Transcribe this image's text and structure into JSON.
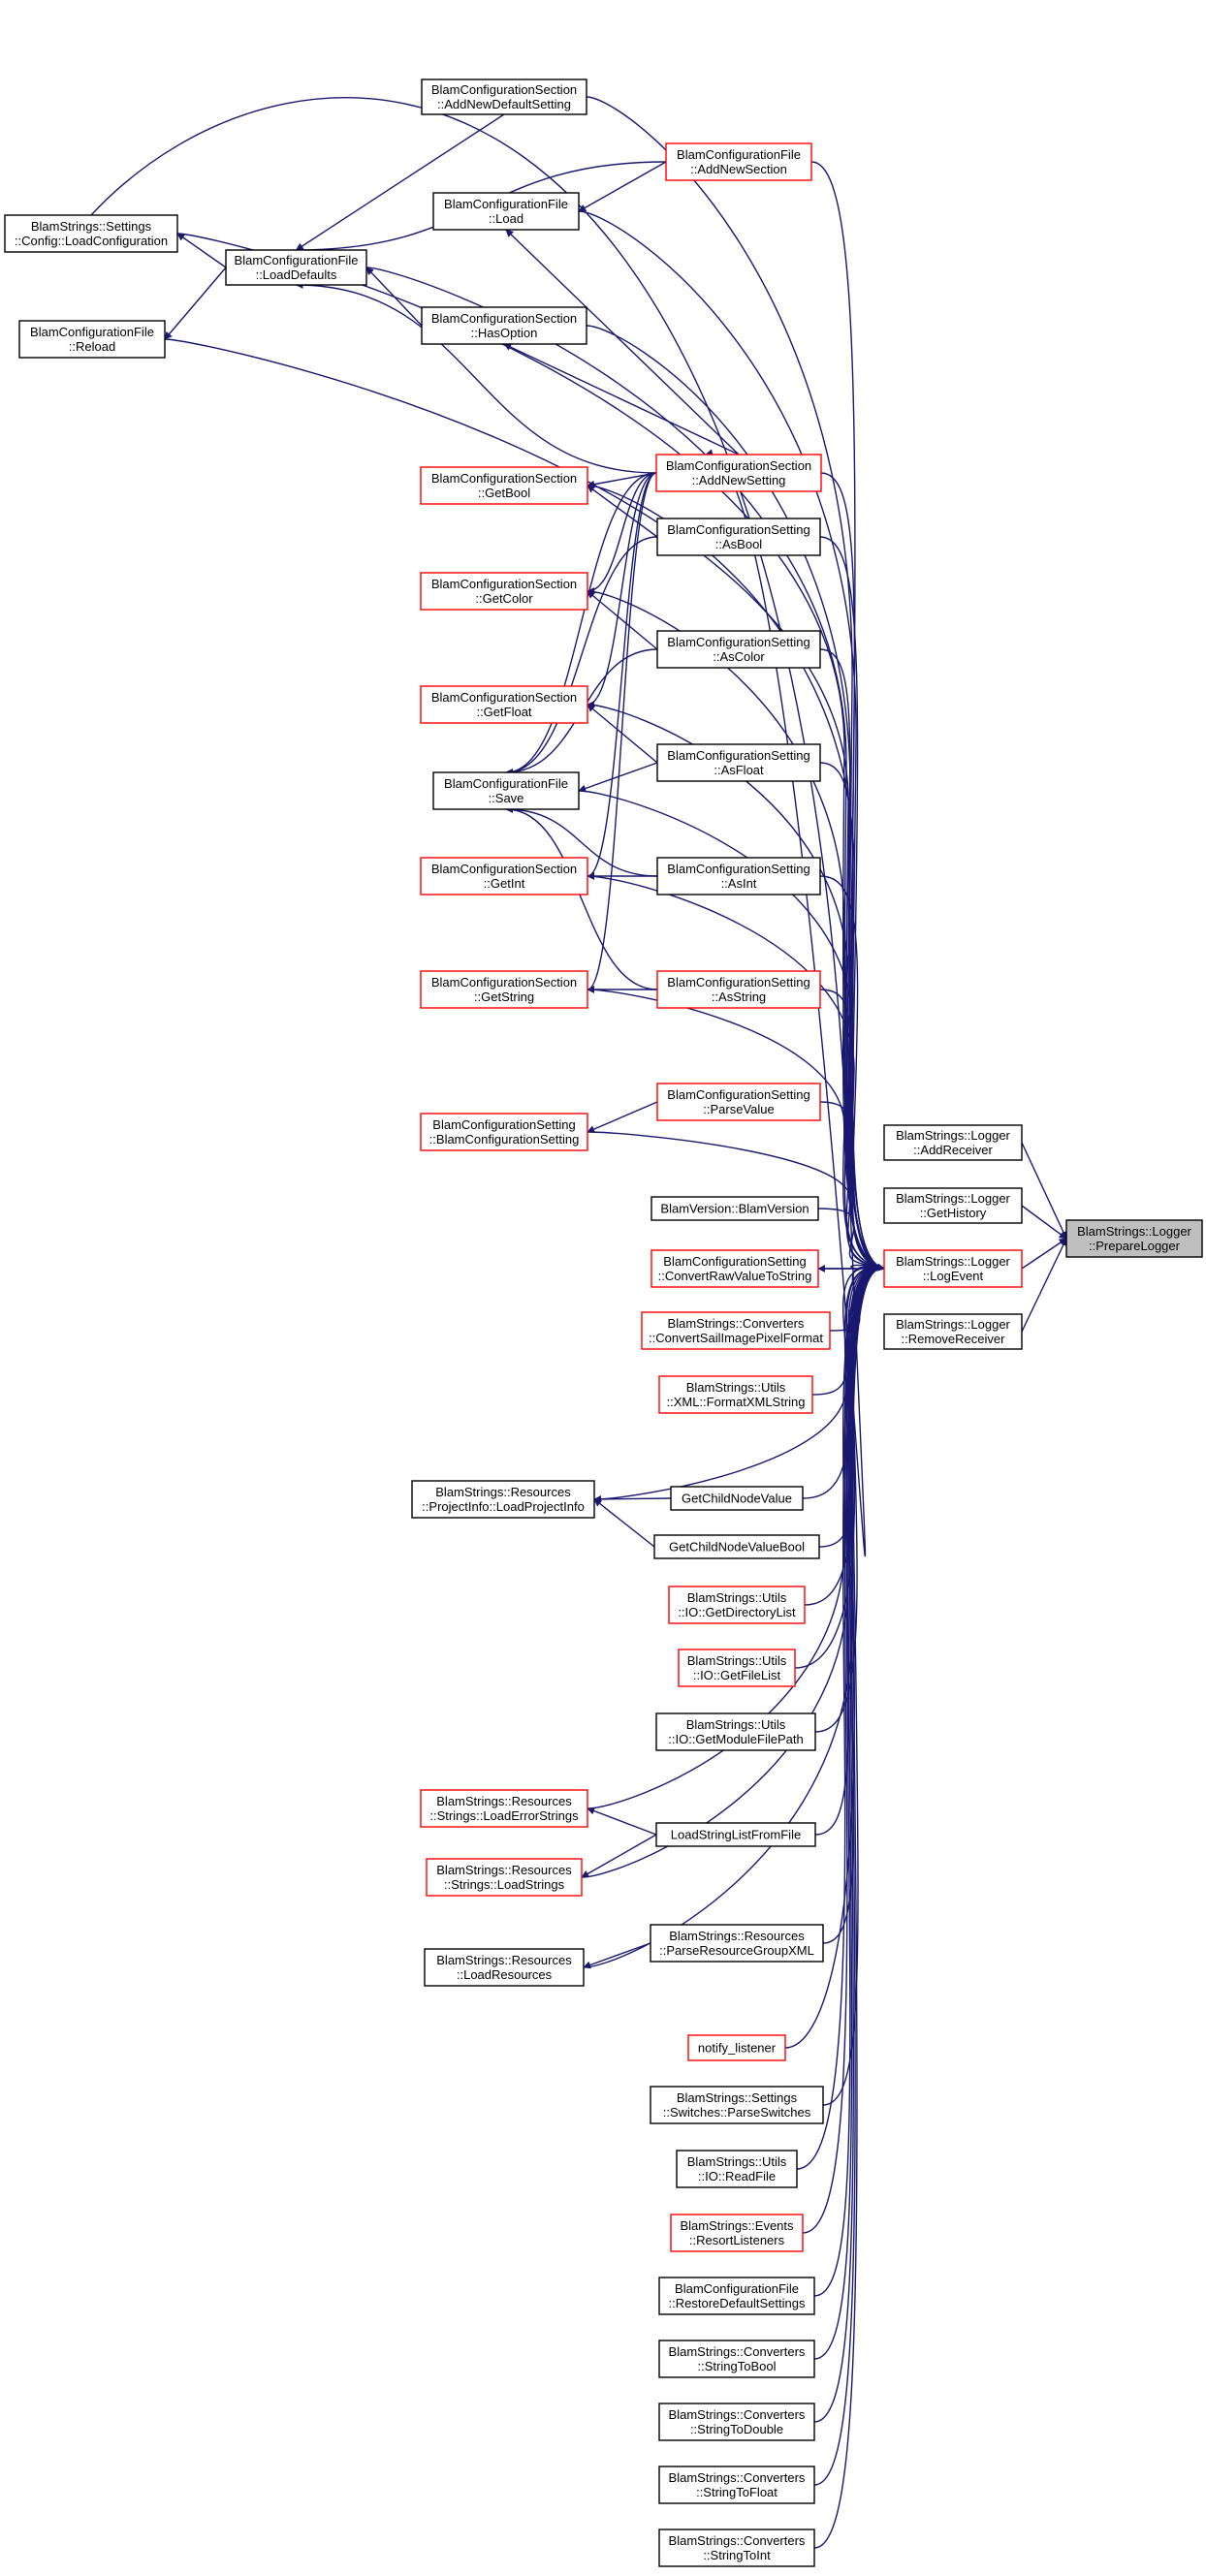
{
  "colors": {
    "edge": "#191970",
    "node_border": "#000000",
    "node_border_incomplete": "#ff0000",
    "node_fill": "#ffffff",
    "root_fill": "#bfbfbf"
  },
  "nodes": [
    {
      "id": "prepare",
      "lines": [
        "BlamStrings::Logger",
        "::PrepareLogger"
      ],
      "border": "black",
      "root": true
    },
    {
      "id": "addreceiver",
      "lines": [
        "BlamStrings::Logger",
        "::AddReceiver"
      ],
      "border": "black"
    },
    {
      "id": "gethistory",
      "lines": [
        "BlamStrings::Logger",
        "::GetHistory"
      ],
      "border": "black"
    },
    {
      "id": "logevent",
      "lines": [
        "BlamStrings::Logger",
        "::LogEvent"
      ],
      "border": "red"
    },
    {
      "id": "removereceiver",
      "lines": [
        "BlamStrings::Logger",
        "::RemoveReceiver"
      ],
      "border": "black"
    },
    {
      "id": "cs_addnewdefault",
      "lines": [
        "BlamConfigurationSection",
        "::AddNewDefaultSetting"
      ],
      "border": "black"
    },
    {
      "id": "cf_addnewsection",
      "lines": [
        "BlamConfigurationFile",
        "::AddNewSection"
      ],
      "border": "red"
    },
    {
      "id": "cf_load",
      "lines": [
        "BlamConfigurationFile",
        "::Load"
      ],
      "border": "black"
    },
    {
      "id": "settings_loadconfig",
      "lines": [
        "BlamStrings::Settings",
        "::Config::LoadConfiguration"
      ],
      "border": "black"
    },
    {
      "id": "cf_loaddefaults",
      "lines": [
        "BlamConfigurationFile",
        "::LoadDefaults"
      ],
      "border": "black"
    },
    {
      "id": "cf_reload",
      "lines": [
        "BlamConfigurationFile",
        "::Reload"
      ],
      "border": "black"
    },
    {
      "id": "cs_hasoption",
      "lines": [
        "BlamConfigurationSection",
        "::HasOption"
      ],
      "border": "black"
    },
    {
      "id": "cs_addnewsetting",
      "lines": [
        "BlamConfigurationSection",
        "::AddNewSetting"
      ],
      "border": "red"
    },
    {
      "id": "cs_getbool",
      "lines": [
        "BlamConfigurationSection",
        "::GetBool"
      ],
      "border": "red"
    },
    {
      "id": "cset_asbool",
      "lines": [
        "BlamConfigurationSetting",
        "::AsBool"
      ],
      "border": "black"
    },
    {
      "id": "cs_getcolor",
      "lines": [
        "BlamConfigurationSection",
        "::GetColor"
      ],
      "border": "red"
    },
    {
      "id": "cset_ascolor",
      "lines": [
        "BlamConfigurationSetting",
        "::AsColor"
      ],
      "border": "black"
    },
    {
      "id": "cs_getfloat",
      "lines": [
        "BlamConfigurationSection",
        "::GetFloat"
      ],
      "border": "red"
    },
    {
      "id": "cset_asfloat",
      "lines": [
        "BlamConfigurationSetting",
        "::AsFloat"
      ],
      "border": "black"
    },
    {
      "id": "cf_save",
      "lines": [
        "BlamConfigurationFile",
        "::Save"
      ],
      "border": "black"
    },
    {
      "id": "cs_getint",
      "lines": [
        "BlamConfigurationSection",
        "::GetInt"
      ],
      "border": "red"
    },
    {
      "id": "cset_asint",
      "lines": [
        "BlamConfigurationSetting",
        "::AsInt"
      ],
      "border": "black"
    },
    {
      "id": "cs_getstring",
      "lines": [
        "BlamConfigurationSection",
        "::GetString"
      ],
      "border": "red"
    },
    {
      "id": "cset_asstring",
      "lines": [
        "BlamConfigurationSetting",
        "::AsString"
      ],
      "border": "red"
    },
    {
      "id": "cset_parsevalue",
      "lines": [
        "BlamConfigurationSetting",
        "::ParseValue"
      ],
      "border": "red"
    },
    {
      "id": "cset_ctor",
      "lines": [
        "BlamConfigurationSetting",
        "::BlamConfigurationSetting"
      ],
      "border": "red"
    },
    {
      "id": "blamversion",
      "lines": [
        "BlamVersion::BlamVersion"
      ],
      "border": "black"
    },
    {
      "id": "cset_convertraw",
      "lines": [
        "BlamConfigurationSetting",
        "::ConvertRawValueToString"
      ],
      "border": "red"
    },
    {
      "id": "conv_saiil",
      "lines": [
        "BlamStrings::Converters",
        "::ConvertSailImagePixelFormat"
      ],
      "border": "red"
    },
    {
      "id": "utils_formatxml",
      "lines": [
        "BlamStrings::Utils",
        "::XML::FormatXMLString"
      ],
      "border": "red"
    },
    {
      "id": "res_loadprojectinfo",
      "lines": [
        "BlamStrings::Resources",
        "::ProjectInfo::LoadProjectInfo"
      ],
      "border": "black"
    },
    {
      "id": "getchildnodevalue",
      "lines": [
        "GetChildNodeValue"
      ],
      "border": "black"
    },
    {
      "id": "getchildnodevaluebool",
      "lines": [
        "GetChildNodeValueBool"
      ],
      "border": "black"
    },
    {
      "id": "io_getdirlist",
      "lines": [
        "BlamStrings::Utils",
        "::IO::GetDirectoryList"
      ],
      "border": "red"
    },
    {
      "id": "io_getfilelist",
      "lines": [
        "BlamStrings::Utils",
        "::IO::GetFileList"
      ],
      "border": "red"
    },
    {
      "id": "io_getmodulepath",
      "lines": [
        "BlamStrings::Utils",
        "::IO::GetModuleFilePath"
      ],
      "border": "black"
    },
    {
      "id": "res_loaderrorstrings",
      "lines": [
        "BlamStrings::Resources",
        "::Strings::LoadErrorStrings"
      ],
      "border": "red"
    },
    {
      "id": "loadstringlistfromfile",
      "lines": [
        "LoadStringListFromFile"
      ],
      "border": "black"
    },
    {
      "id": "res_loadstrings",
      "lines": [
        "BlamStrings::Resources",
        "::Strings::LoadStrings"
      ],
      "border": "red"
    },
    {
      "id": "res_parsegroupxml",
      "lines": [
        "BlamStrings::Resources",
        "::ParseResourceGroupXML"
      ],
      "border": "black"
    },
    {
      "id": "res_loadresources",
      "lines": [
        "BlamStrings::Resources",
        "::LoadResources"
      ],
      "border": "black"
    },
    {
      "id": "notify_listener",
      "lines": [
        "notify_listener"
      ],
      "border": "red"
    },
    {
      "id": "settings_parseswitches",
      "lines": [
        "BlamStrings::Settings",
        "::Switches::ParseSwitches"
      ],
      "border": "black"
    },
    {
      "id": "io_readfile",
      "lines": [
        "BlamStrings::Utils",
        "::IO::ReadFile"
      ],
      "border": "black"
    },
    {
      "id": "events_resort",
      "lines": [
        "BlamStrings::Events",
        "::ResortListeners"
      ],
      "border": "red"
    },
    {
      "id": "cf_restoredefaults",
      "lines": [
        "BlamConfigurationFile",
        "::RestoreDefaultSettings"
      ],
      "border": "black"
    },
    {
      "id": "conv_stringtobool",
      "lines": [
        "BlamStrings::Converters",
        "::StringToBool"
      ],
      "border": "black"
    },
    {
      "id": "conv_stringtodouble",
      "lines": [
        "BlamStrings::Converters",
        "::StringToDouble"
      ],
      "border": "black"
    },
    {
      "id": "conv_stringtofloat",
      "lines": [
        "BlamStrings::Converters",
        "::StringToFloat"
      ],
      "border": "black"
    },
    {
      "id": "conv_stringtoint",
      "lines": [
        "BlamStrings::Converters",
        "::StringToInt"
      ],
      "border": "black"
    }
  ]
}
